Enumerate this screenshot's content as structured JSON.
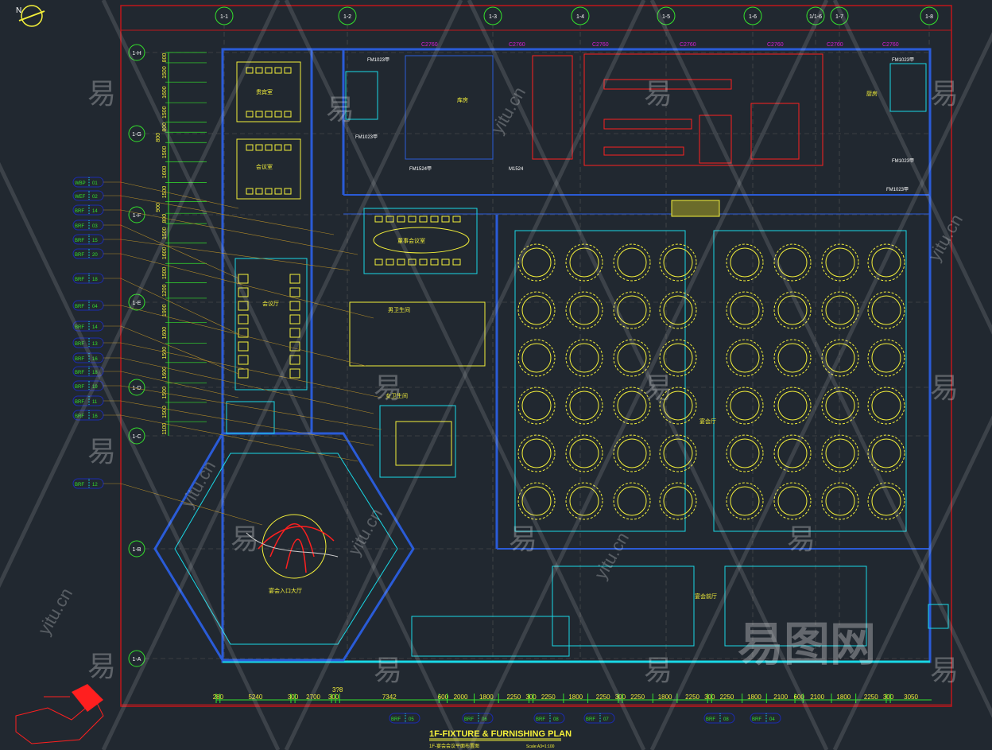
{
  "drawing": {
    "title": "1F-FIXTURE & FURNISHING PLAN",
    "subtitle": "1F-宴会会议平面布置图",
    "scale": "Scale:A3=1:100",
    "north_label": "N"
  },
  "grid_top": [
    "1-1",
    "1-2",
    "1-3",
    "1-4",
    "1-5",
    "1-6",
    "1/1-6",
    "1-7",
    "1-8"
  ],
  "grid_left": [
    "1-H",
    "1-G",
    "1-F",
    "1-E",
    "1-D",
    "1-C",
    "1-B",
    "1-A"
  ],
  "windows_top": [
    "C2760",
    "C2760",
    "C2760",
    "C2760",
    "C2760",
    "C2760",
    "C2760"
  ],
  "doors": [
    "FM1023甲",
    "FM1023甲",
    "FM1524甲",
    "M1524",
    "FM1023甲",
    "FM1023甲",
    "FM1023甲"
  ],
  "rooms": {
    "vip_room_1": "贵宾室",
    "vip_room_2": "会议室",
    "meeting_room": "会议厅",
    "boardroom": "董事会议室",
    "restroom_m": "男卫生间",
    "restroom_f": "女卫生间",
    "banquet_hall": "宴会厅",
    "lobby": "宴会入口大厅",
    "pre_function": "宴会前厅",
    "kitchen": "厨房",
    "storage": "库房"
  },
  "dims_bottom": [
    "280",
    "5240",
    "300",
    "2700",
    "300",
    "3?8",
    "7342",
    "600",
    "2000",
    "1800",
    "2250",
    "300",
    "2250",
    "1800",
    "2250",
    "300",
    "2250",
    "1800",
    "2250",
    "300",
    "2250",
    "1800",
    "2100",
    "600",
    "2100",
    "1800",
    "2250",
    "300",
    "3050"
  ],
  "dims_left": [
    "800",
    "1500",
    "1600",
    "1500",
    "800",
    "800",
    "1500",
    "1600",
    "1500",
    "900",
    "800",
    "1500",
    "1600",
    "1500",
    "1200",
    "1900",
    "1600",
    "1500",
    "1600",
    "1500",
    "1500",
    "1100"
  ],
  "finish_tags_left": [
    {
      "code": "WBP",
      "num": "01"
    },
    {
      "code": "WEF",
      "num": "02"
    },
    {
      "code": "BRF",
      "num": "14"
    },
    {
      "code": "BRF",
      "num": "03"
    },
    {
      "code": "BRF",
      "num": "15"
    },
    {
      "code": "BRF",
      "num": "20"
    },
    {
      "code": "BRF",
      "num": "18"
    },
    {
      "code": "BRF",
      "num": "04"
    },
    {
      "code": "BRF",
      "num": "14"
    },
    {
      "code": "BRF",
      "num": "13"
    },
    {
      "code": "BRF",
      "num": "16"
    },
    {
      "code": "BRF",
      "num": "18"
    },
    {
      "code": "BRF",
      "num": "19"
    },
    {
      "code": "BRF",
      "num": "11"
    },
    {
      "code": "BRF",
      "num": "16"
    }
  ],
  "finish_tags_bottom": [
    {
      "code": "BRF",
      "num": "05"
    },
    {
      "code": "BRF",
      "num": "06"
    },
    {
      "code": "BRF",
      "num": "08"
    },
    {
      "code": "BRF",
      "num": "07"
    },
    {
      "code": "BRF",
      "num": "08"
    },
    {
      "code": "BRF",
      "num": "04"
    }
  ],
  "lobby_tag": {
    "code": "BRF",
    "num": "12"
  },
  "watermark": {
    "brand": "易图网",
    "site": "yitu.cn",
    "glyph": "易"
  },
  "colors": {
    "bg": "#212830",
    "frame": "#c0171b",
    "wall": "#2a5bd7",
    "cyan": "#19d8e6",
    "yellow": "#f4f03a",
    "green": "#34e22c",
    "magenta": "#d81ed8",
    "red": "#ff1f1f"
  }
}
